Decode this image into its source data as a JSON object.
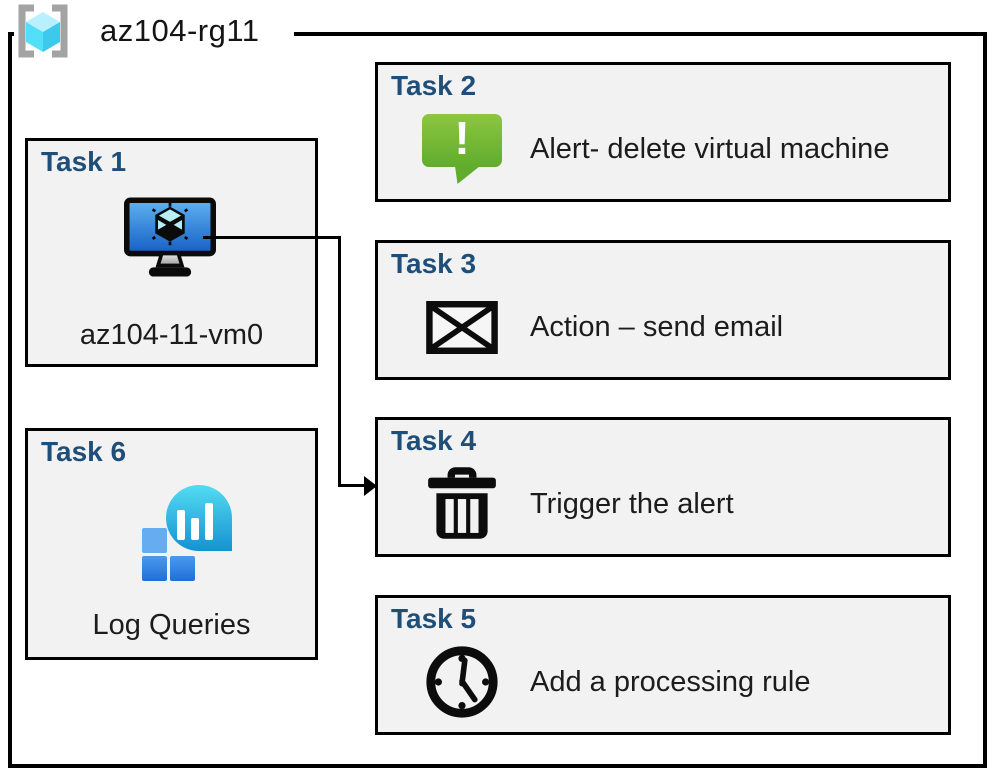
{
  "resource_group": {
    "name": "az104-rg11",
    "icon": "resource-group-icon"
  },
  "tasks": [
    {
      "heading": "Task 1",
      "label": "az104-11-vm0",
      "icon": "virtual-machine-icon"
    },
    {
      "heading": "Task 2",
      "label": "Alert- delete virtual machine",
      "icon": "alert-icon",
      "badge_char": "!"
    },
    {
      "heading": "Task 3",
      "label": "Action – send email",
      "icon": "email-icon"
    },
    {
      "heading": "Task 4",
      "label": "Trigger the alert",
      "icon": "delete-trash-icon"
    },
    {
      "heading": "Task 5",
      "label": "Add a processing rule",
      "icon": "clock-icon"
    },
    {
      "heading": "Task 6",
      "label": "Log Queries",
      "icon": "log-analytics-icon"
    }
  ],
  "connector": {
    "from": "Task 1",
    "to": "Task 4"
  },
  "colors": {
    "heading_blue": "#1F4E79",
    "box_fill": "#F2F2F2",
    "border_black": "#000000",
    "alert_green_top": "#8CC63F",
    "alert_green_bottom": "#61AC2D",
    "vm_screen_blue_top": "#5FB2F2",
    "vm_screen_blue_bottom": "#155FC4",
    "log_teal_top": "#53DCF2",
    "log_teal_bottom": "#1691D1",
    "log_square_blue": "#2F86E6",
    "rg_cube_cyan": "#52E0F8",
    "rg_bracket_gray": "#A3A3A3"
  }
}
